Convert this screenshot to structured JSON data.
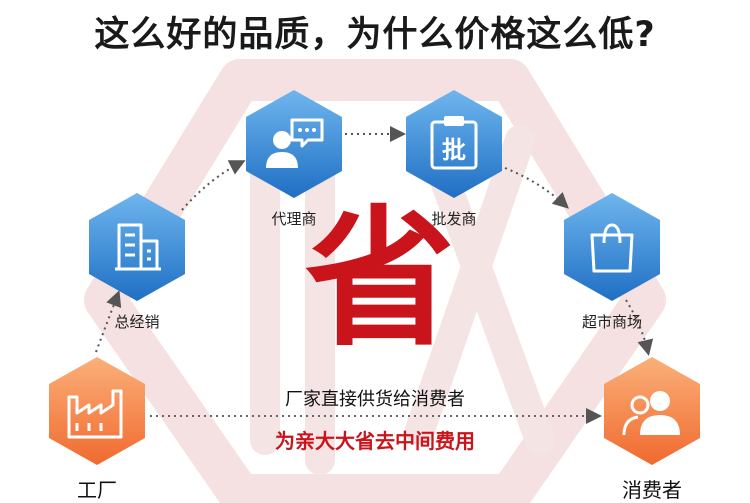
{
  "title": "这么好的品质，为什么价格这么低?",
  "center_char": "省",
  "subtitle_1": "厂家直接供货给消费者",
  "subtitle_2": "为亲大大省去中间费用",
  "nodes": {
    "factory": {
      "label": "工厂",
      "icon": "factory-icon"
    },
    "distributor": {
      "label": "总经销",
      "icon": "building-icon"
    },
    "agent": {
      "label": "代理商",
      "icon": "agent-chat-icon"
    },
    "wholesaler": {
      "label": "批发商",
      "icon": "wholesale-badge-icon",
      "glyph": "批"
    },
    "supermarket": {
      "label": "超市商场",
      "icon": "shopping-bag-icon"
    },
    "consumer": {
      "label": "消费者",
      "icon": "people-icon"
    }
  },
  "colors": {
    "blue_node": "#3a8fd8",
    "orange_node": "#f6854a",
    "accent_red": "#c9141b",
    "watermark": "#f3dede"
  }
}
